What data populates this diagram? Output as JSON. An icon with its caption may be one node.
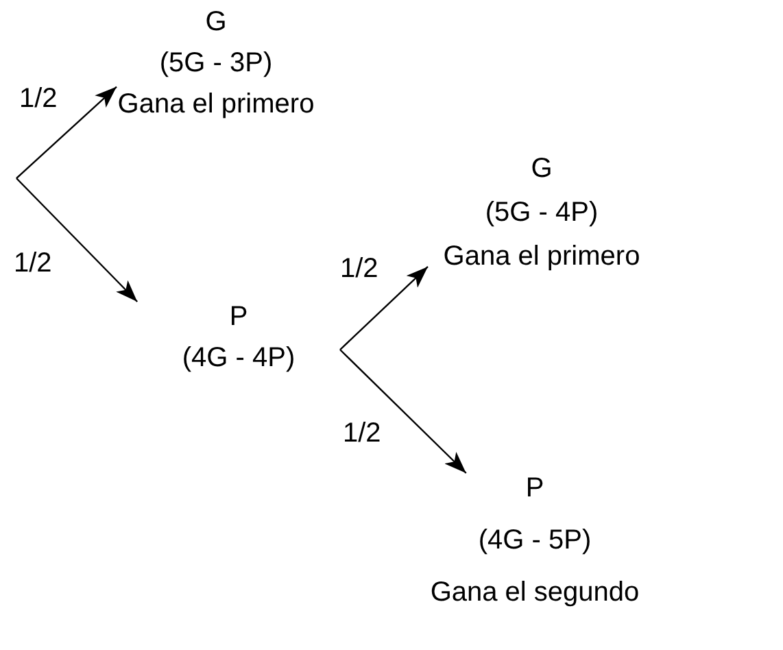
{
  "diagram": {
    "nodes": [
      {
        "text": [
          "G",
          "(5G - 3P)",
          "Gana el primero"
        ]
      },
      {
        "text": [
          "P",
          "(4G - 4P)"
        ]
      },
      {
        "text": [
          "G",
          "(5G - 4P)",
          "Gana el primero"
        ]
      },
      {
        "text": [
          "P",
          "(4G - 5P)",
          "Gana el segundo"
        ]
      }
    ],
    "edges": [
      {
        "from": null,
        "to": 0,
        "arrow": "to",
        "label": "1/2"
      },
      {
        "from": null,
        "to": 1,
        "arrow": "to",
        "label": "1/2"
      },
      {
        "from": 1,
        "to": 2,
        "arrow": "to",
        "label": "1/2"
      },
      {
        "from": 1,
        "to": 3,
        "arrow": "to",
        "label": "1/2"
      }
    ]
  }
}
